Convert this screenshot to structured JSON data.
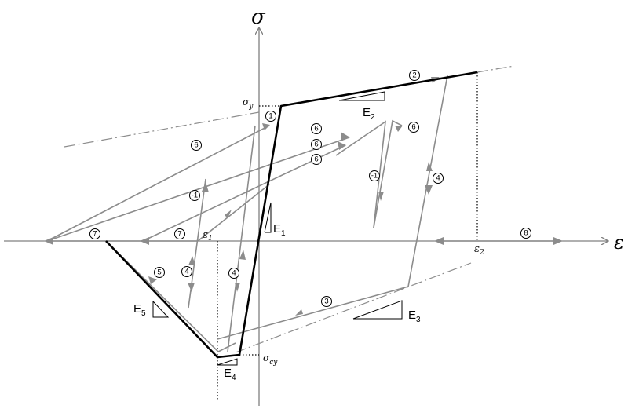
{
  "labels": {
    "sigma": "σ",
    "epsilon": "ε",
    "sigma_y": "σ",
    "sigma_y_sub": "y",
    "sigma_cy": "σ",
    "sigma_cy_sub": "cy",
    "eps1": "ε",
    "eps1_sub": "1",
    "eps2": "ε",
    "eps2_sub": "2",
    "E1": "E",
    "E1_sub": "1",
    "E2": "E",
    "E2_sub": "2",
    "E3": "E",
    "E3_sub": "3",
    "E4": "E",
    "E4_sub": "4",
    "E5": "E",
    "E5_sub": "5"
  },
  "path_markers": {
    "m1": "1",
    "m2": "2",
    "m3": "3",
    "m4a": "4",
    "m4b": "4",
    "m4c": "4",
    "m5": "5",
    "m6a": "6",
    "m6b": "6",
    "m6c": "6",
    "m6d": "6",
    "m6e": "6",
    "m7a": "7",
    "m7b": "7",
    "m8": "8",
    "mneg1a": "-1",
    "mneg1b": "-1"
  },
  "colors": {
    "envelope": "#000000",
    "path": "#8c8c8c",
    "axis": "#808080"
  }
}
